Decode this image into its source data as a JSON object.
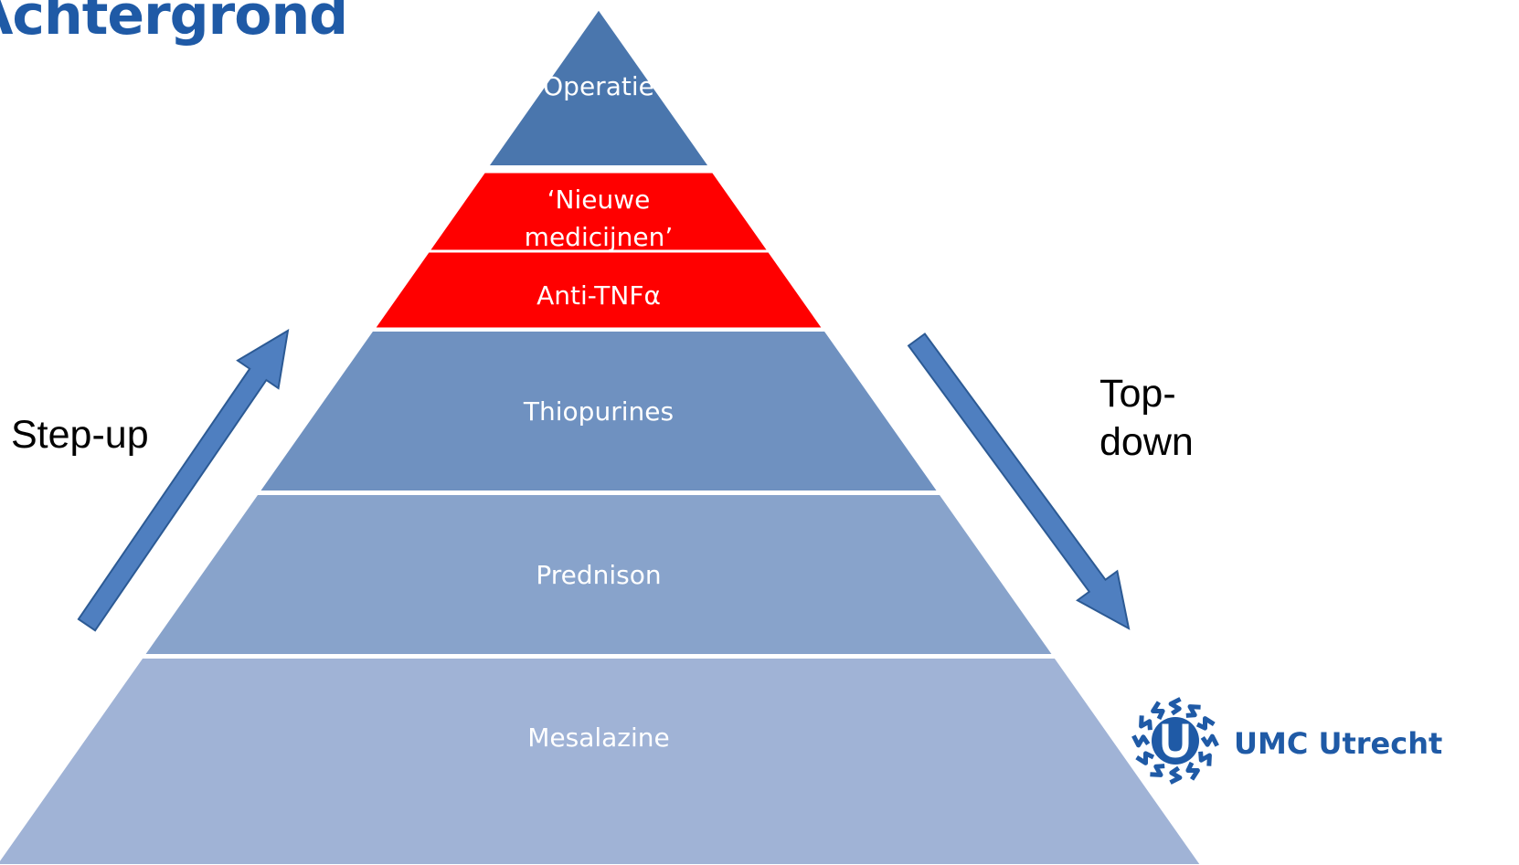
{
  "title": "Achtergrond",
  "pyramid_levels": [
    {
      "key": "operatie",
      "lines": [
        "Operatie"
      ],
      "color": "#4a76ad"
    },
    {
      "key": "nieuwe",
      "lines": [
        "‘Nieuwe",
        "medicijnen’"
      ],
      "color": "#ff0000"
    },
    {
      "key": "antitnf",
      "lines": [
        "Anti-TNFα"
      ],
      "color": "#ff0000"
    },
    {
      "key": "thiopurines",
      "lines": [
        "Thiopurines"
      ],
      "color": "#6f91c0"
    },
    {
      "key": "prednison",
      "lines": [
        "Prednison"
      ],
      "color": "#88a3cb"
    },
    {
      "key": "mesalazine",
      "lines": [
        "Mesalazine"
      ],
      "color": "#a0b3d6"
    }
  ],
  "step_up": {
    "label": "Step-up",
    "icon": "arrow-up-right-icon"
  },
  "top_down": {
    "line1": "Top-",
    "line2": "down",
    "icon": "arrow-down-right-icon"
  },
  "logo": {
    "text": "UMC Utrecht",
    "icon": "umc-sun-logo-icon",
    "color": "#1f5aa6"
  },
  "colors": {
    "arrow": "#4f7fc0",
    "arrow_stroke": "#2c5a94",
    "level_text": "#ffffff"
  }
}
